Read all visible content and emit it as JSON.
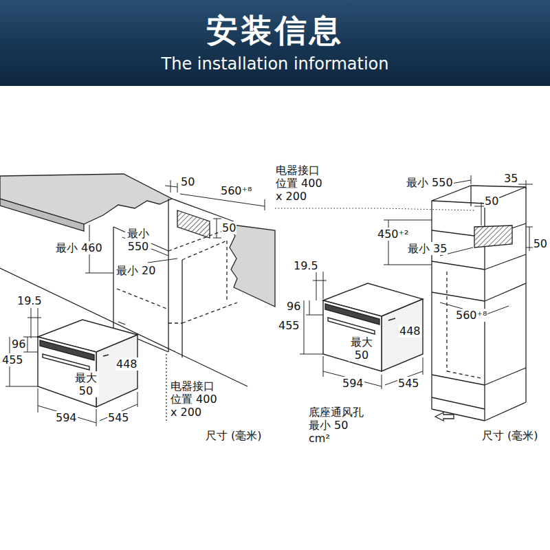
{
  "diagram": {
    "nodes": [
      {
        "text": [
          "安装信息",
          "The installation information"
        ]
      }
    ],
    "labels": [
      "50",
      "560⁺⁸",
      "电器接口 位置 400 x 200",
      "50",
      "最小 550",
      "最小 460",
      "最小 20",
      "19.5",
      "96",
      "455",
      "448",
      "最大 50",
      "594",
      "545",
      "电器接口 位置 400 x 200",
      "尺寸 (毫米)",
      "最小 550",
      "35",
      "50",
      "450⁺²",
      "最小 35",
      "50",
      "19.5",
      "96",
      "455",
      "448",
      "最大 50",
      "594",
      "545",
      "560⁺⁸",
      "底座通风孔 最小 50 cm²",
      "尺寸 (毫米)"
    ]
  }
}
